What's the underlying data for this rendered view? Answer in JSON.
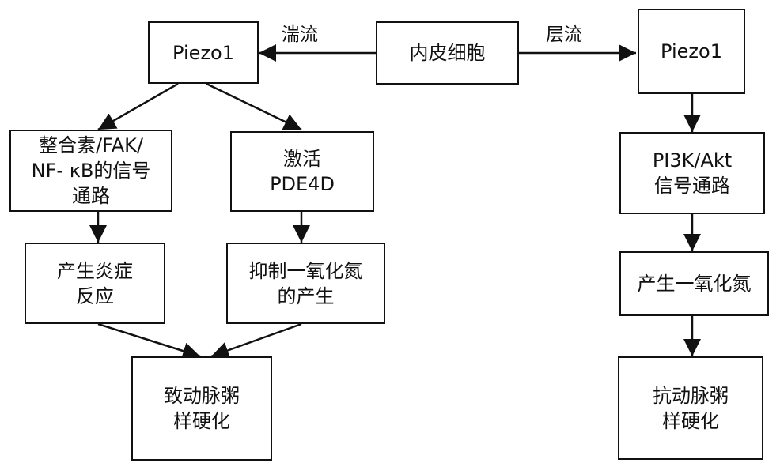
{
  "nodes": {
    "endothelial": {
      "lines": [
        "内皮细胞"
      ]
    },
    "piezo_left": {
      "lines": [
        "Piezo1"
      ]
    },
    "piezo_right": {
      "lines": [
        "Piezo1"
      ]
    },
    "integrin_pathway": {
      "lines": [
        "整合素/FAK/",
        "NF- κB的信号",
        "通路"
      ]
    },
    "activate_pde4d": {
      "lines": [
        "激活",
        "PDE4D"
      ]
    },
    "inflammation": {
      "lines": [
        "产生炎症",
        "反应"
      ]
    },
    "inhibit_no": {
      "lines": [
        "抑制一氧化氮",
        "的产生"
      ]
    },
    "cause_atherosclerosis": {
      "lines": [
        "致动脉粥",
        "样硬化"
      ]
    },
    "pi3k_pathway": {
      "lines": [
        "PI3K/Akt",
        "信号通路"
      ]
    },
    "produce_no": {
      "lines": [
        "产生一氧化氮"
      ]
    },
    "anti_atherosclerosis": {
      "lines": [
        "抗动脉粥",
        "样硬化"
      ]
    }
  },
  "edge_labels": {
    "turbulent": "湍流",
    "laminar": "层流"
  }
}
